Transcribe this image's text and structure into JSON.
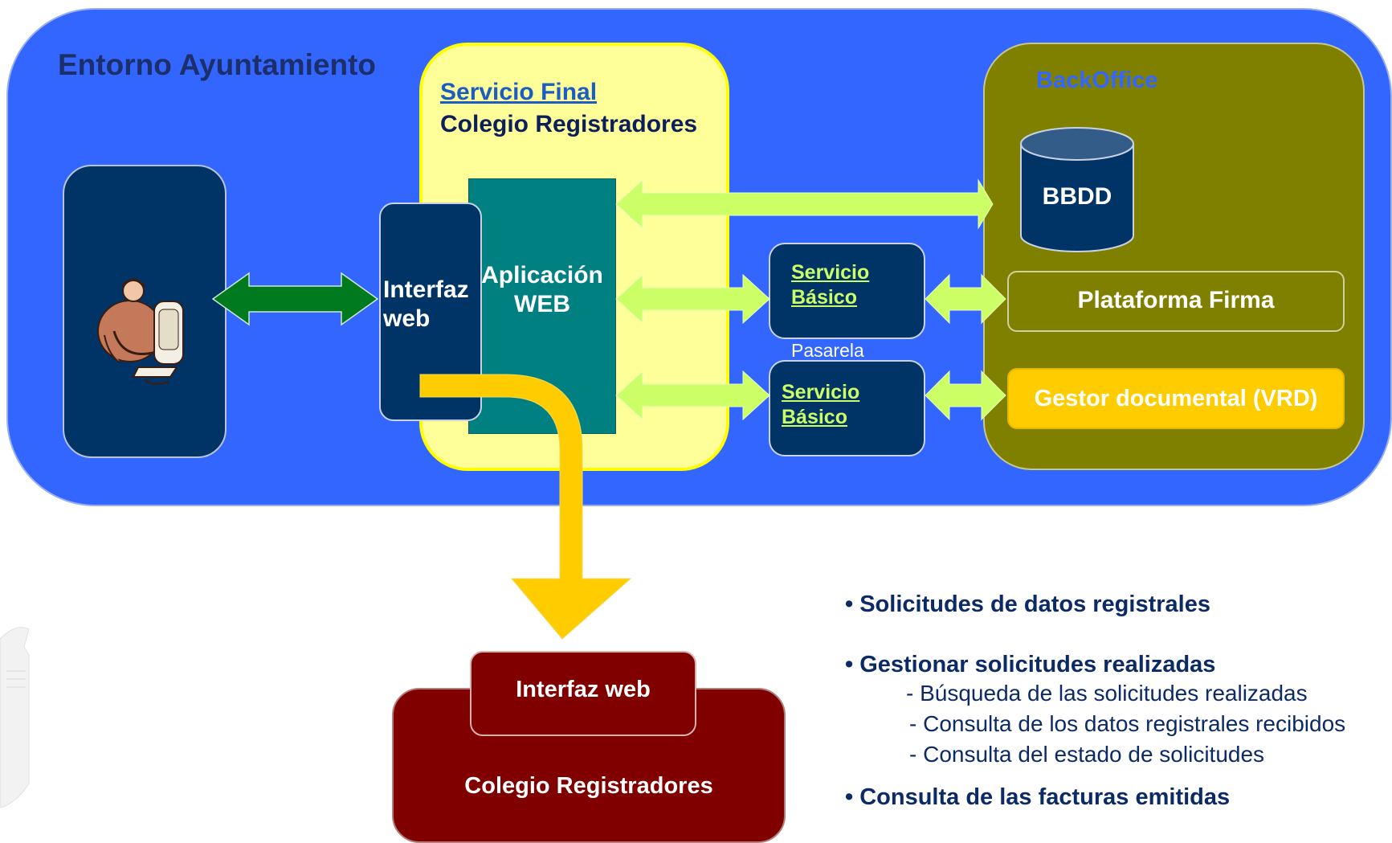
{
  "environment": {
    "title": "Entorno Ayuntamiento"
  },
  "servicio_final": {
    "link": "Servicio Final",
    "title": "Colegio Registradores"
  },
  "interfaz": {
    "label_line1": "Interfaz",
    "label_line2": "web"
  },
  "aplicacion": {
    "label_line1": "Aplicación",
    "label_line2": "WEB"
  },
  "servicio_basico_1": {
    "line1": "Servicio",
    "line2": "Básico"
  },
  "servicio_basico_2": {
    "line1": "Servicio",
    "line2": "Básico"
  },
  "pasarela": "Pasarela",
  "backoffice": {
    "title": "BackOffice",
    "bbdd": "BBDD",
    "plataforma_firma": "Plataforma Firma",
    "gestor_documental": "Gestor documental (VRD)"
  },
  "colegio": {
    "interfaz_web": "Interfaz web",
    "name": "Colegio Registradores"
  },
  "bullets": [
    {
      "text": "• Solicitudes de datos registrales",
      "subs": []
    },
    {
      "text": "• Gestionar solicitudes realizadas",
      "subs": [
        "- Búsqueda de las solicitudes realizadas",
        "- Consulta de los datos registrales recibidos",
        "- Consulta del estado de solicitudes"
      ]
    },
    {
      "text": "• Consulta de las facturas emitidas",
      "subs": []
    }
  ],
  "colors": {
    "environment": "#3366ff",
    "servicio_final": "#ffff99",
    "aplicacion": "#008080",
    "navy": "#003366",
    "backoffice": "#808000",
    "gestor": "#ffcc00",
    "colegio": "#800000",
    "arrow_green_dark": "#007a1f",
    "arrow_green_light": "#ccff66",
    "arrow_yellow": "#ffcc00"
  },
  "icons": [
    "user-at-computer-icon",
    "database-cylinder-icon",
    "crest-watermark-icon"
  ]
}
